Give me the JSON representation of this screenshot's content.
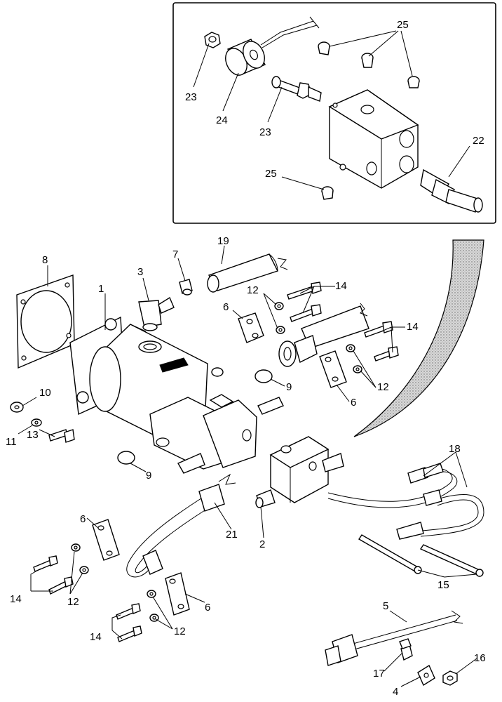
{
  "callouts": {
    "c25a": "25",
    "c23a": "23",
    "c24": "24",
    "c23b": "23",
    "c22": "22",
    "c25b": "25",
    "c19": "19",
    "c8": "8",
    "c3": "3",
    "c7": "7",
    "c14a": "14",
    "c12a": "12",
    "c1": "1",
    "c6a": "6",
    "c14b": "14",
    "c9a": "9",
    "c12b": "12",
    "c10": "10",
    "c11": "11",
    "c13": "13",
    "c6b": "6",
    "c9b": "9",
    "c18": "18",
    "c2": "2",
    "c21": "21",
    "c6c": "6",
    "c14c": "14",
    "c12c": "12",
    "c15": "15",
    "c6d": "6",
    "c14d": "14",
    "c12d": "12",
    "c5": "5",
    "c17": "17",
    "c16": "16",
    "c4": "4"
  }
}
